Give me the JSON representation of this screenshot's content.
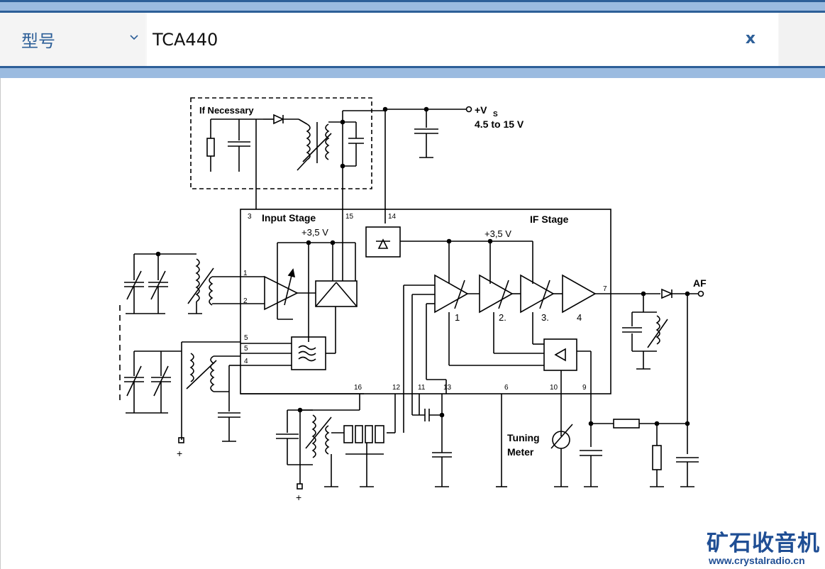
{
  "search": {
    "type_label": "型号",
    "query": "TCA440",
    "clear_label": "x"
  },
  "schematic": {
    "if_necessary": "If Necessary",
    "supply_label": "+V",
    "supply_sub": "S",
    "supply_range": "4.5 to 15 V",
    "input_stage": "Input Stage",
    "if_stage": "IF Stage",
    "v_input": "+3,5 V",
    "v_if": "+3,5 V",
    "af": "AF",
    "tuning": "Tuning",
    "meter": "Meter",
    "plus": "+",
    "pins": [
      "3",
      "15",
      "14",
      "1",
      "2",
      "5",
      "5",
      "4",
      "16",
      "12",
      "11",
      "13",
      "6",
      "10",
      "9",
      "7"
    ],
    "amp_labels": [
      "1",
      "2.",
      "3.",
      "4"
    ]
  },
  "watermark": {
    "brand": "矿石收音机",
    "url": "www.crystalradio.cn"
  },
  "colors": {
    "accent": "#2d5f98",
    "band": "#9bbbe0",
    "watermark": "#1f4e94"
  }
}
